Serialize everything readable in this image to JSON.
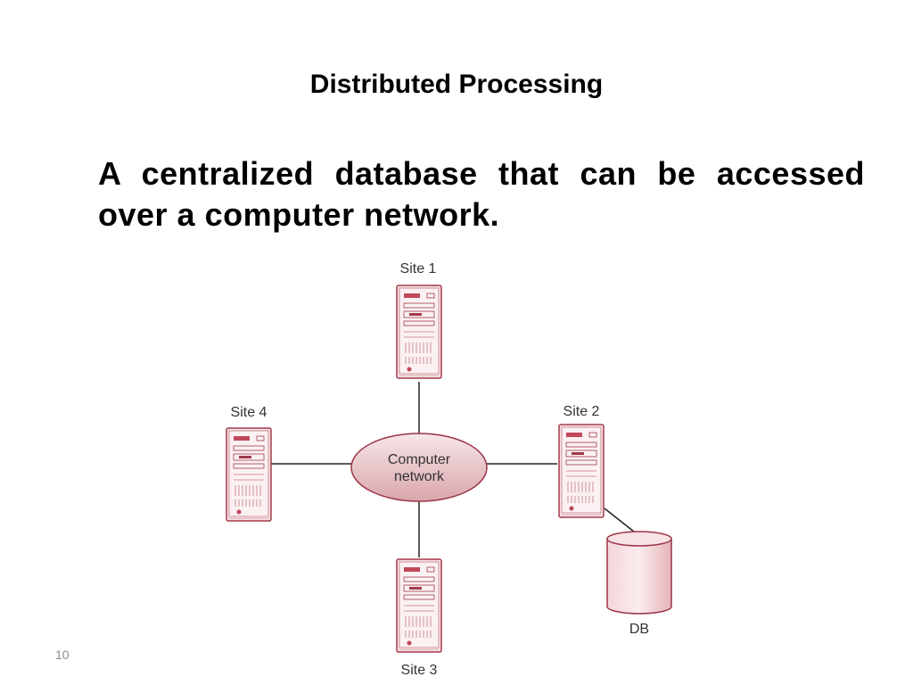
{
  "slide": {
    "title": "Distributed Processing",
    "body": "A centralized database that can be accessed over a computer network.",
    "number": "10"
  },
  "diagram": {
    "network_label_line1": "Computer",
    "network_label_line2": "network",
    "sites": [
      "Site 1",
      "Site 2",
      "Site 3",
      "Site 4"
    ],
    "database_label": "DB"
  },
  "colors": {
    "server_fill": "#f6e2e4",
    "server_stroke": "#a23a4a",
    "network_fill": "#e8c3c8",
    "link": "#222222",
    "db_fill": "#f1cfd3"
  }
}
